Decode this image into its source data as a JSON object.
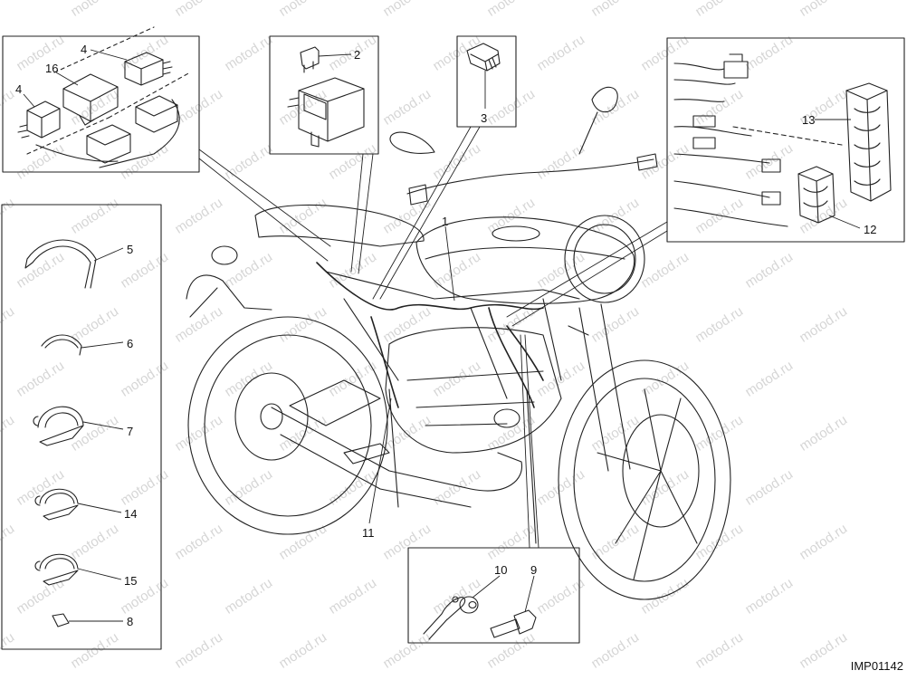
{
  "watermark": "motod.ru",
  "drawing_code": "IMP01142",
  "callouts": {
    "c1": "1",
    "c2": "2",
    "c3": "3",
    "c4a": "4",
    "c4b": "4",
    "c5": "5",
    "c6": "6",
    "c7": "7",
    "c8": "8",
    "c9": "9",
    "c10": "10",
    "c11": "11",
    "c12": "12",
    "c13": "13",
    "c14": "14",
    "c15": "15",
    "c16": "16"
  },
  "colors": {
    "line": "#222222",
    "watermark": "#d6d6d6",
    "background": "#ffffff"
  }
}
